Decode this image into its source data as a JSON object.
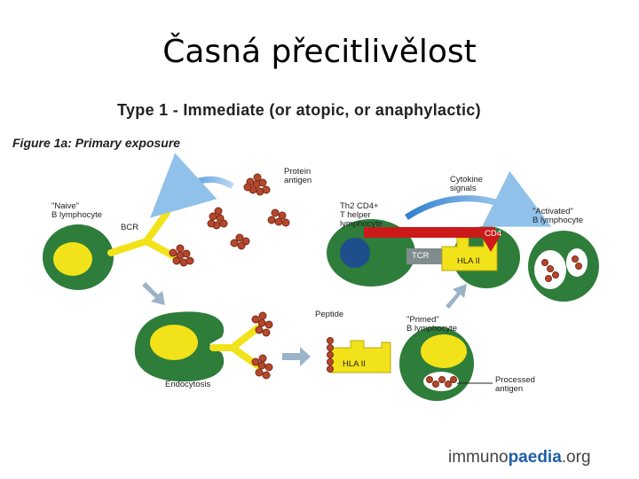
{
  "slide": {
    "title": "Časná přecitlivělost"
  },
  "figure": {
    "title": "Type 1 - Immediate (or atopic, or anaphylactic)",
    "subtitle": "Figure 1a:  Primary exposure"
  },
  "labels": {
    "protein_antigen": "Protein\nantigen",
    "naive_b": "\"Naive\"\nB lymphocyte",
    "bcr": "BCR",
    "cytokine_signals": "Cytokine\nsignals",
    "th2_cell": "Th2 CD4+\nT helper\nlymphocyte",
    "activated_b": "\"Activated\"\nB lymphocyte",
    "cd4": "CD4",
    "tcr": "TCR",
    "hla_ii_top": "HLA II",
    "peptide": "Peptide",
    "primed_b": "\"Primed\"\nB lymphocyte",
    "hla_ii_bottom": "HLA II",
    "endocytosis": "Endocytosis",
    "processed_antigen": "Processed\nantigen"
  },
  "logo": {
    "prefix": "immuno",
    "brand": "paedia",
    "suffix": ".org"
  },
  "colors": {
    "cell_body": "#2e7d3a",
    "nucleus": "#f2e21a",
    "receptor": "#f2e21a",
    "antigen": "#b5472c",
    "arrow_blue": "#4a90d9",
    "arrow_grey": "#9bb3c8",
    "cd4_red": "#cc1a1a",
    "tcr_grey": "#7f8c8d",
    "th2_nucleus": "#1f4e8c"
  }
}
